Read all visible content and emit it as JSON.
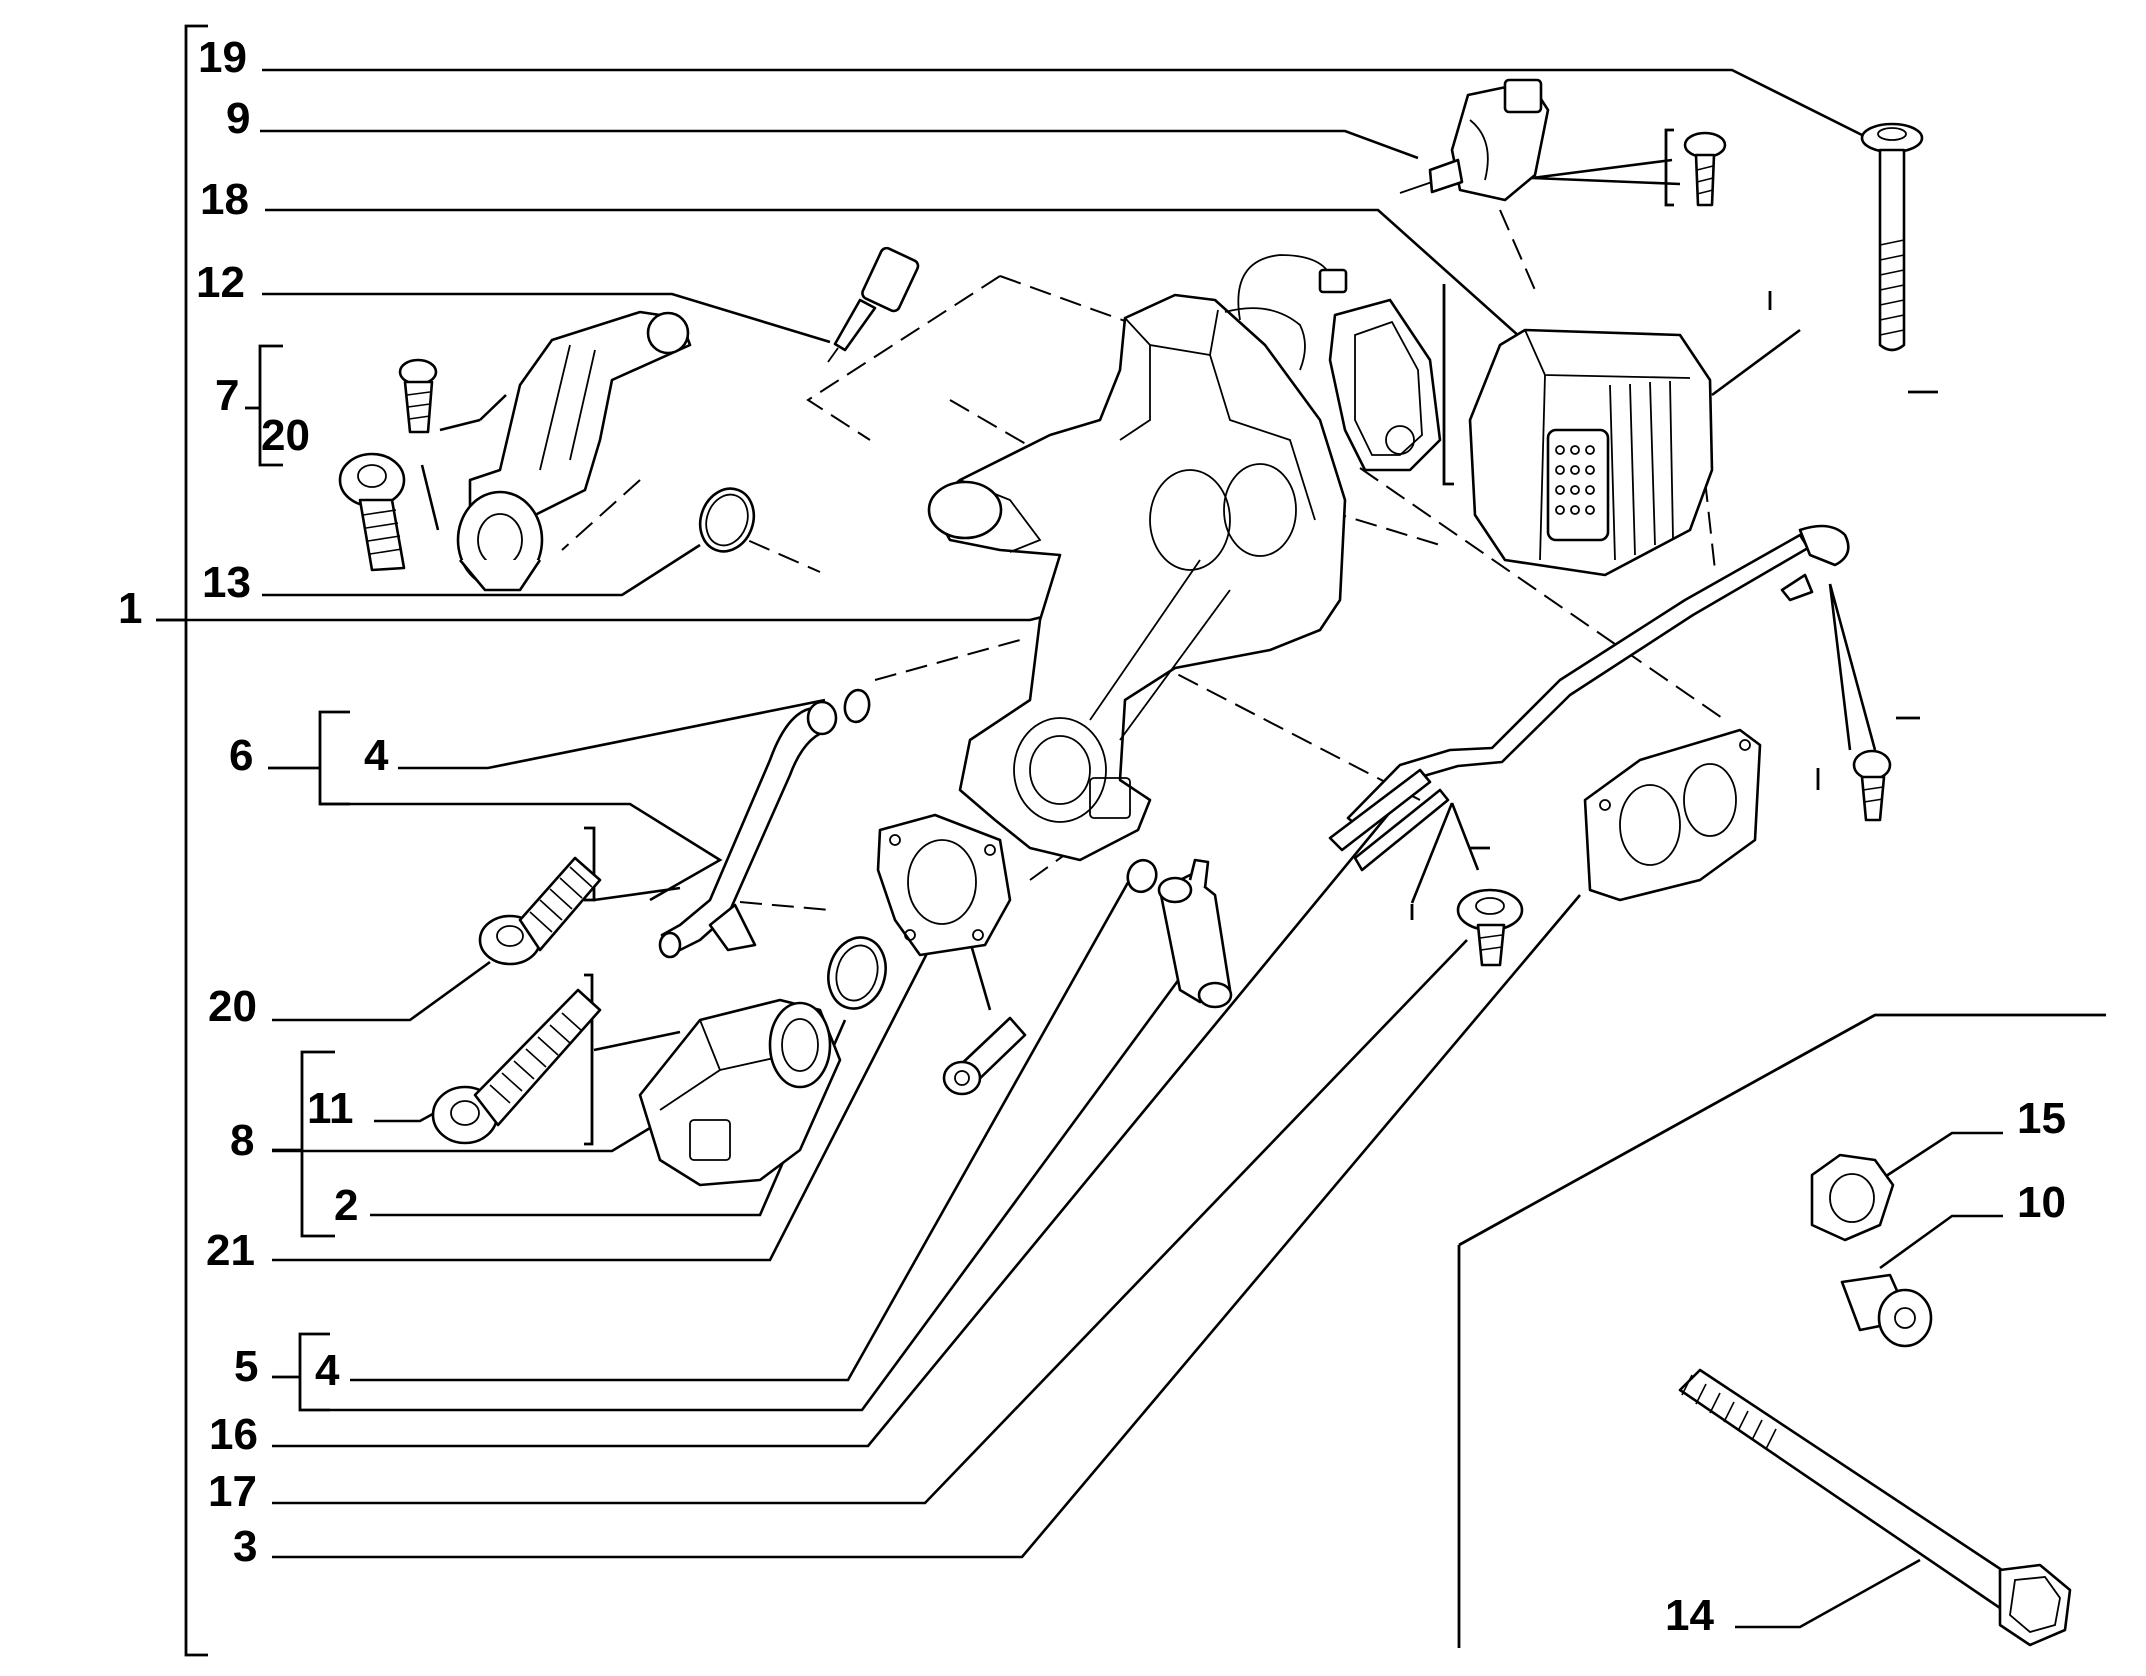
{
  "callouts": {
    "c1": "1",
    "c2": "2",
    "c3": "3",
    "c4a": "4",
    "c4b": "4",
    "c5": "5",
    "c6": "6",
    "c7": "7",
    "c8": "8",
    "c9": "9",
    "c10": "10",
    "c11": "11",
    "c12": "12",
    "c13": "13",
    "c14": "14",
    "c15": "15",
    "c16": "16",
    "c17": "17",
    "c18": "18",
    "c19": "19",
    "c20a": "20",
    "c20b": "20",
    "c21": "21"
  }
}
